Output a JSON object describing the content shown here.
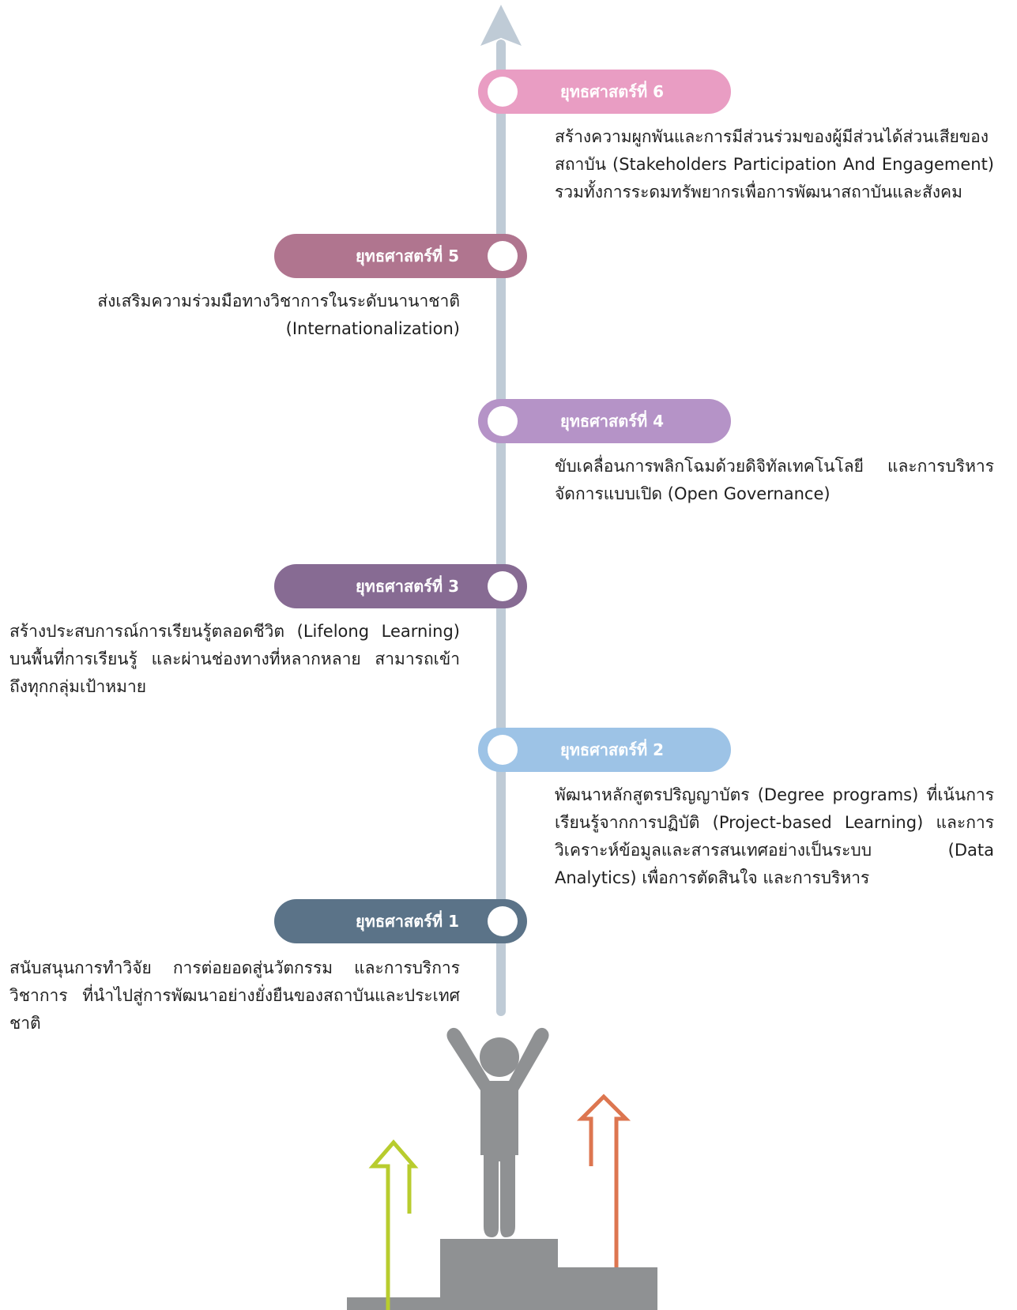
{
  "colors": {
    "timeline": "#bfcbd6",
    "s1": "#5b7388",
    "s2": "#9dc3e6",
    "s3": "#876b93",
    "s4": "#b593c7",
    "s5": "#b0758f",
    "s6": "#e99dc3",
    "figure": "#8f9193",
    "arrow_green": "#b8cc2e",
    "arrow_orange": "#dd7650"
  },
  "strategies": [
    {
      "label": "ยุทธศาสตร์ที่ 6",
      "text": "สร้างความผูกพันและการมีส่วนร่วมของผู้มีส่วนได้ส่วนเสียของสถาบัน (Stakeholders Participation And Engagement) รวมทั้งการระดมทรัพยากรเพื่อการพัฒนาสถาบันและสังคม"
    },
    {
      "label": "ยุทธศาสตร์ที่ 5",
      "text": "ส่งเสริมความร่วมมือทางวิชาการในระดับนานาชาติ (Internationalization)"
    },
    {
      "label": "ยุทธศาสตร์ที่ 4",
      "text": "ขับเคลื่อนการพลิกโฉมด้วยดิจิทัลเทคโนโลยี และการบริหารจัดการแบบเปิด (Open Governance)"
    },
    {
      "label": "ยุทธศาสตร์ที่ 3",
      "text": "สร้างประสบการณ์การเรียนรู้ตลอดชีวิต (Lifelong Learning) บนพื้นที่การเรียนรู้ และผ่านช่องทางที่หลากหลาย สามารถเข้าถึงทุกกลุ่มเป้าหมาย"
    },
    {
      "label": "ยุทธศาสตร์ที่ 2",
      "text": "พัฒนาหลักสูตรปริญญาบัตร (Degree programs) ที่เน้นการเรียนรู้จากการปฏิบัติ (Project-based Learning) และการวิเคราะห์ข้อมูลและสารสนเทศอย่างเป็นระบบ (Data Analytics) เพื่อการตัดสินใจ และการบริหาร"
    },
    {
      "label": "ยุทธศาสตร์ที่ 1",
      "text": "สนับสนุนการทำวิจัย การต่อยอดสู่นวัตกรรม และการบริการวิชาการ ที่นำไปสู่การพัฒนาอย่างยั่งยืนของสถาบันและประเทศชาติ"
    }
  ]
}
